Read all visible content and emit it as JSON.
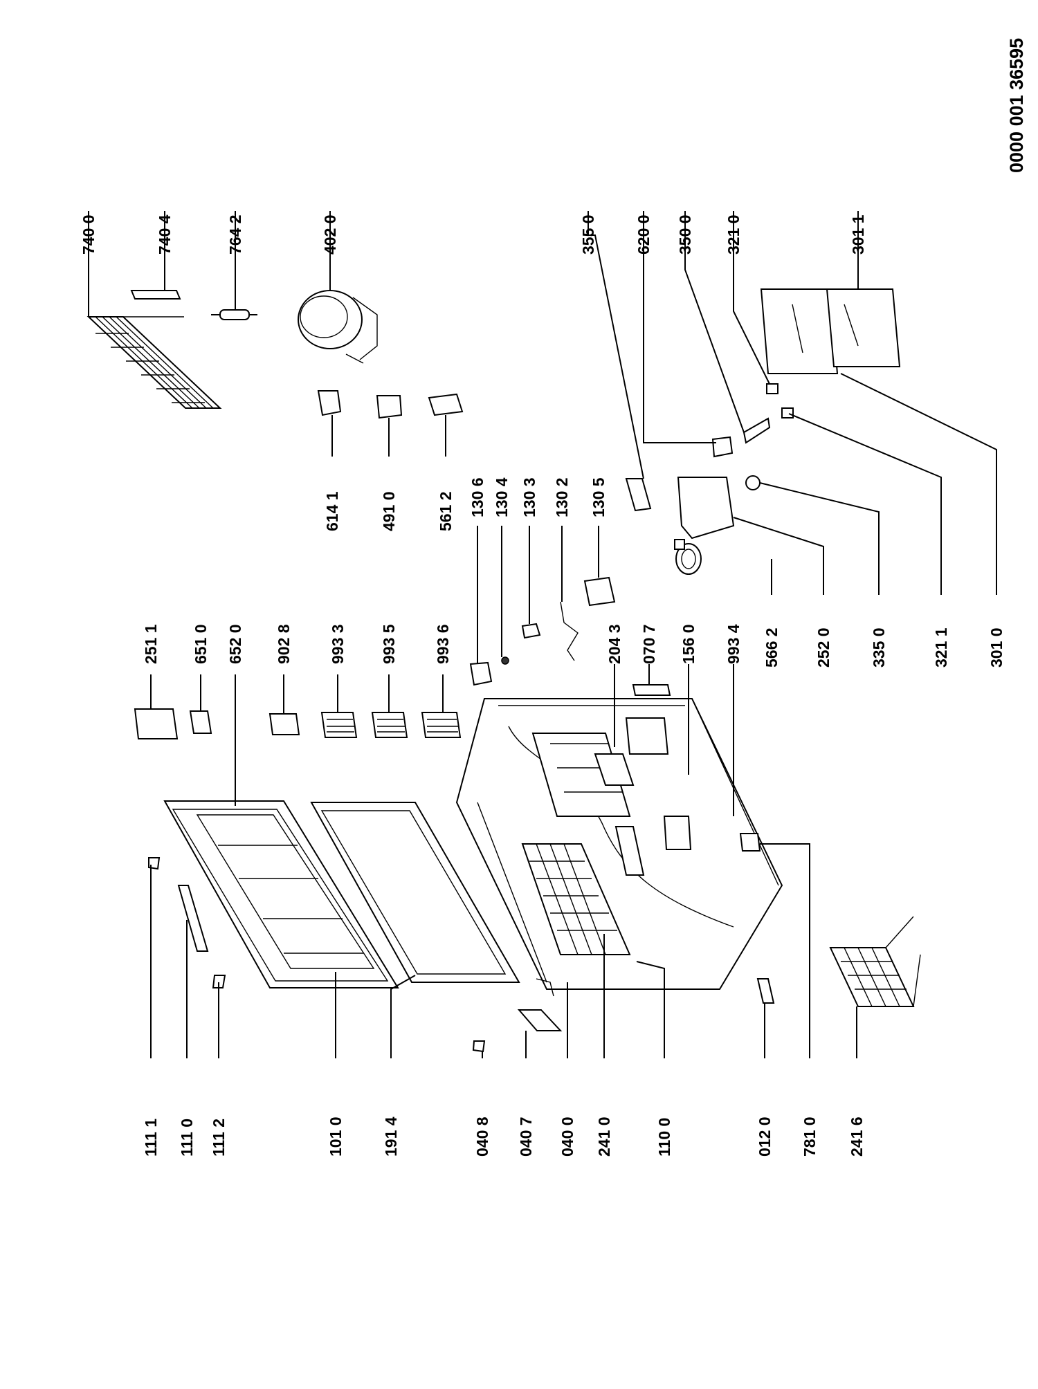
{
  "document_number": "0000 001 36595",
  "labels": {
    "p1111": "111 1",
    "p1110": "111 0",
    "p1112": "111 2",
    "p1010": "101 0",
    "p1914": "191 4",
    "p0408": "040 8",
    "p0407": "040 7",
    "p0400": "040 0",
    "p2410": "241 0",
    "p1100": "110 0",
    "p0120": "012 0",
    "p7810": "781 0",
    "p2416": "241 6",
    "p2511": "251 1",
    "p6510": "651 0",
    "p6520": "652 0",
    "p9028": "902 8",
    "p9933": "993 3",
    "p9935": "993 5",
    "p9936": "993 6",
    "p2043": "204 3",
    "p0707": "070 7",
    "p1560": "156 0",
    "p9934": "993 4",
    "p1306": "130 6",
    "p1304": "130 4",
    "p1303": "130 3",
    "p1302": "130 2",
    "p1305": "130 5",
    "p5662": "566 2",
    "p2520": "252 0",
    "p3350": "335 0",
    "p3211": "321 1",
    "p3010": "301 0",
    "p6141": "614 1",
    "p4910": "491 0",
    "p5612": "561 2",
    "p3550": "355 0",
    "p6200": "620 0",
    "p3500": "350 0",
    "p3210": "321 0",
    "p3011": "301 1",
    "p7400": "740 0",
    "p7404": "740 4",
    "p7642": "764 2",
    "p4020": "402 0"
  }
}
